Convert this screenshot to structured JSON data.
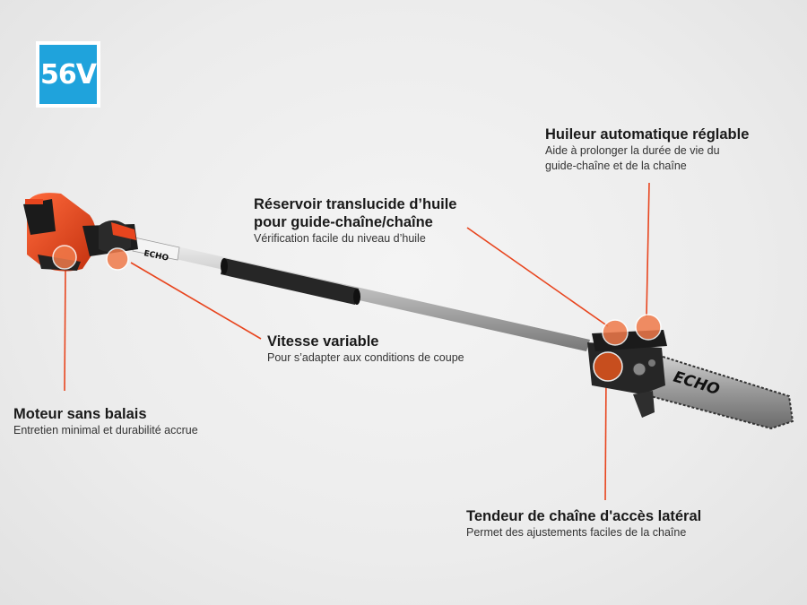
{
  "badge": {
    "label": "56V",
    "color": "#1fa3dc"
  },
  "callouts": {
    "oiler": {
      "title": "Huileur automatique réglable",
      "desc1": "Aide à prolonger la durée de vie du",
      "desc2": "guide-chaîne et de la chaîne"
    },
    "reservoir": {
      "title1": "Réservoir translucide d’huile",
      "title2": "pour guide-chaîne/chaîne",
      "desc": "Vérification facile du niveau d’huile"
    },
    "speed": {
      "title": "Vitesse variable",
      "desc": "Pour s’adapter aux conditions de coupe"
    },
    "motor": {
      "title": "Moteur sans balais",
      "desc": "Entretien minimal et durabilité accrue"
    },
    "tensioner": {
      "title": "Tendeur de chaîne d'accès latéral",
      "desc": "Permet des ajustements faciles de la chaîne"
    }
  },
  "product": {
    "brand": "ECHO",
    "accent": "#e8451e",
    "marker": "#f07a4a"
  }
}
